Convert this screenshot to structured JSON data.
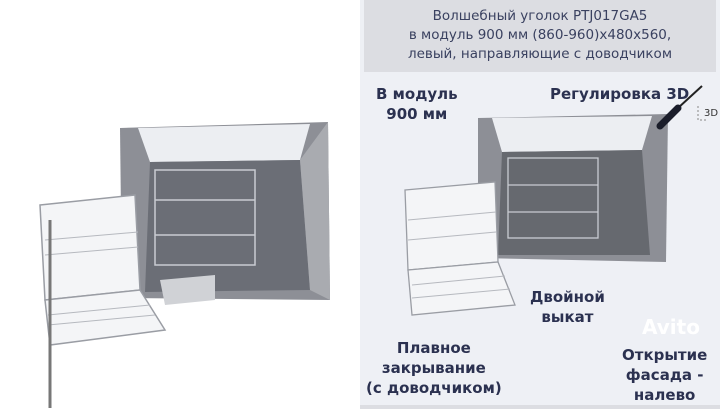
{
  "header": {
    "lines": [
      "Волшебный уголок PTJ017GA5",
      "в модуль 900 мм  (860-960)x480x560,",
      "левый, направляющие с доводчиком"
    ]
  },
  "labels": {
    "module": [
      "В модуль",
      "900 мм"
    ],
    "adjust": "Регулировка 3D",
    "adjust_icon_text": "3D",
    "double": [
      "Двойной",
      "выкат"
    ],
    "smooth": [
      "Плавное",
      "закрывание",
      "(с доводчиком)"
    ],
    "opening": [
      "Открытие",
      "фасада -",
      "налево"
    ]
  },
  "watermark": "Avito",
  "colors": {
    "text": "#2b3150",
    "panel": "#eef0f5",
    "header": "#dcdde2"
  }
}
